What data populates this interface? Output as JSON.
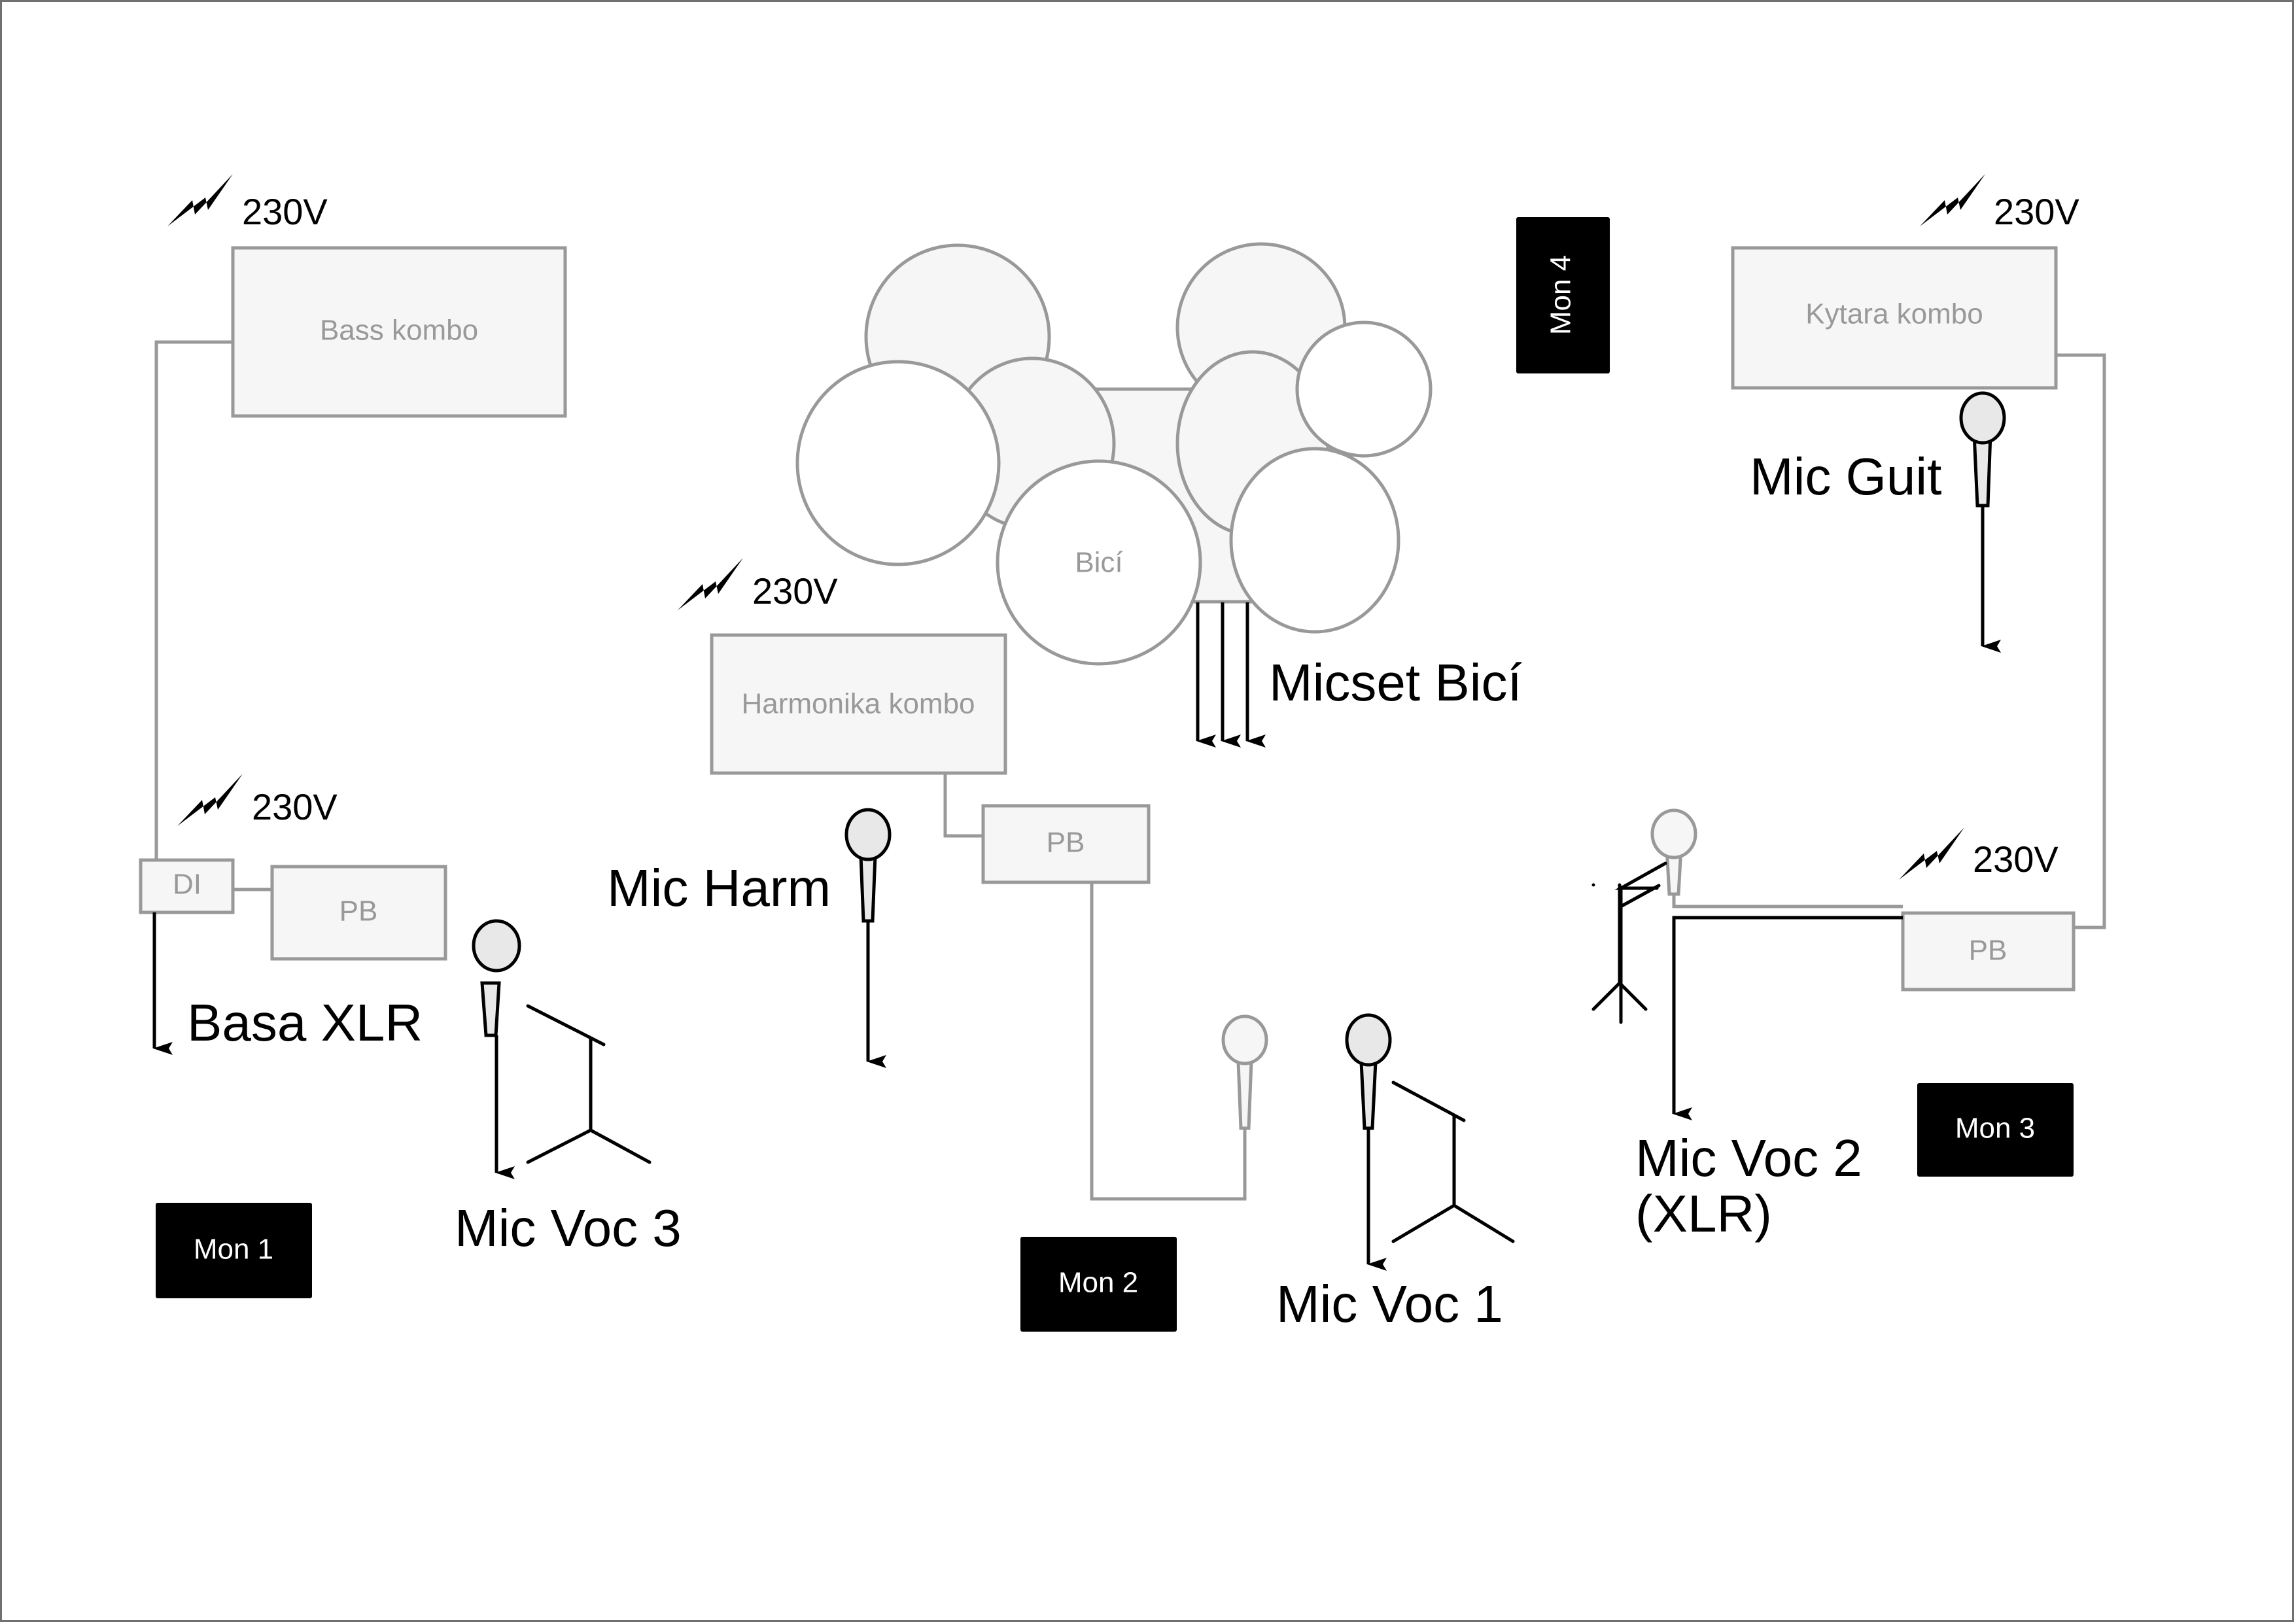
{
  "title": "Stage plot",
  "power_label": "230V",
  "amps": {
    "bass": "Bass kombo",
    "guitar": "Kytara kombo",
    "harmonica": "Harmonika kombo"
  },
  "drums": {
    "label": "Bicí",
    "micset_label": "Micset Bicí"
  },
  "boxes": {
    "di": "DI",
    "pb_left": "PB",
    "pb_center": "PB",
    "pb_right": "PB"
  },
  "inputs": {
    "bass_xlr": "Basa XLR",
    "mic_harm": "Mic Harm",
    "mic_guit": "Mic Guit",
    "mic_voc1": "Mic Voc 1",
    "mic_voc2_line1": "Mic Voc 2",
    "mic_voc2_line2": "(XLR)",
    "mic_voc3": "Mic Voc 3"
  },
  "monitors": {
    "mon1": "Mon 1",
    "mon2": "Mon 2",
    "mon3": "Mon 3",
    "mon4": "Mon 4"
  },
  "colors": {
    "equipment_fill": "#f6f6f6",
    "equipment_stroke": "#999999",
    "monitor_fill": "#000000",
    "cable_signal": "#000000",
    "cable_power": "#999999"
  }
}
